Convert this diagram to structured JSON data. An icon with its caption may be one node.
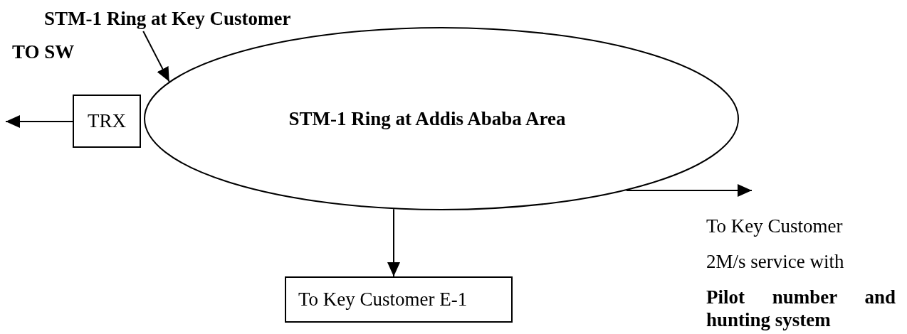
{
  "diagram": {
    "nodes": [
      {
        "text": [
          "STM-1 Ring at Key Customer"
        ]
      },
      {
        "text": [
          "TRX"
        ]
      },
      {
        "text": [
          "STM-1 Ring at Addis Ababa Area"
        ]
      },
      {
        "text": [
          "To Key Customer E-1"
        ]
      }
    ],
    "edges": [
      {
        "from": 0,
        "to": 2,
        "arrow": "to"
      },
      {
        "from": 1,
        "to": null,
        "arrow": "to"
      },
      {
        "from": 2,
        "to": null,
        "arrow": "to"
      },
      {
        "from": 2,
        "to": 3,
        "arrow": "to"
      }
    ],
    "labels": [
      "TO SW",
      "To Key Customer",
      "2M/s service with",
      "Pilot number and hunting system"
    ]
  }
}
